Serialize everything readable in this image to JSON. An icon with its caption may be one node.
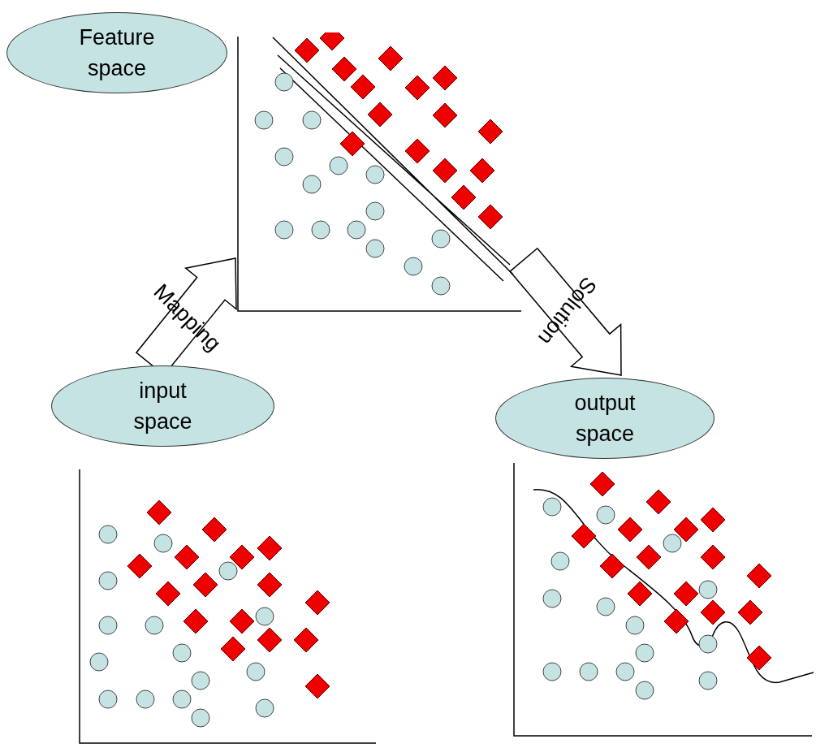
{
  "diagram": {
    "nodes": [
      {
        "text": [
          "Feature space"
        ]
      },
      {
        "text": [],
        "shape": "chart"
      },
      {
        "text": [
          "input space"
        ]
      },
      {
        "text": [
          "output space"
        ]
      },
      {
        "text": [],
        "shape": "chart"
      },
      {
        "text": [],
        "shape": "chart"
      }
    ],
    "edges": [
      {
        "from": 2,
        "to": 1,
        "arrow": "to",
        "label": "Mapping"
      },
      {
        "from": 1,
        "to": 3,
        "arrow": "to",
        "label": "Solution"
      }
    ]
  }
}
